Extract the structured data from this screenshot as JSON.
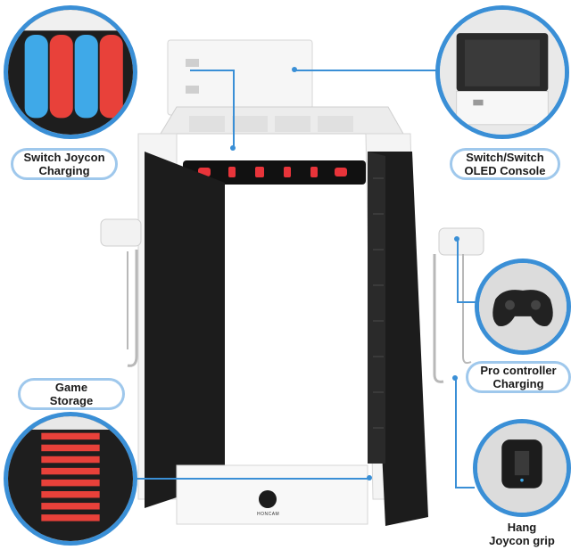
{
  "labels": {
    "joycon_charging": [
      "Switch Joycon",
      "Charging"
    ],
    "console": [
      "Switch/Switch",
      "OLED Console"
    ],
    "pro_controller": [
      "Pro controller",
      "Charging"
    ],
    "game_storage": [
      "Game",
      "Storage"
    ],
    "hang_grip": [
      "Hang",
      "Joycon grip"
    ]
  },
  "brand": "HONCAM",
  "colors": {
    "accent": "#3a8fd6",
    "joycon_blue": "#3fa9e8",
    "joycon_red": "#e8413a",
    "stand_black": "#1c1c1c",
    "stand_white": "#f4f4f4",
    "icon_red": "#e8343a"
  }
}
